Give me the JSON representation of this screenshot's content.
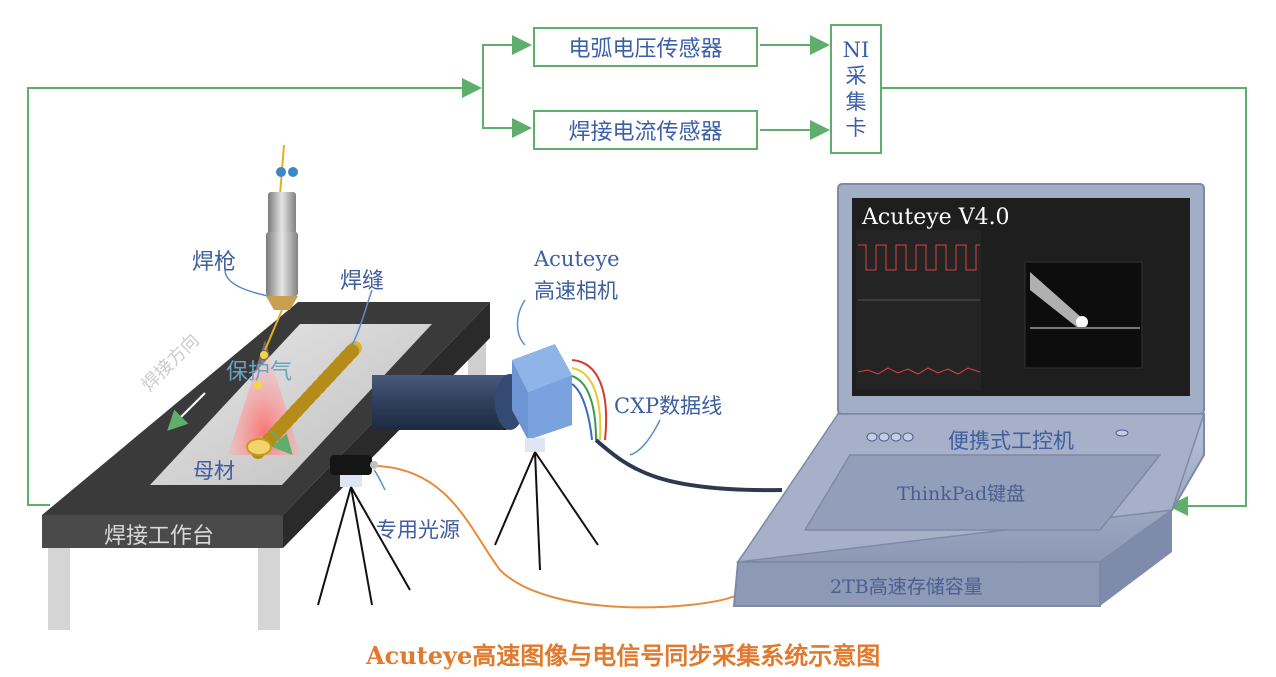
{
  "sensors": {
    "voltage": "电弧电压传感器",
    "current": "焊接电流传感器",
    "daq": [
      "NI",
      "采",
      "集",
      "卡"
    ]
  },
  "labels": {
    "torch": "焊枪",
    "seam": "焊缝",
    "shield_gas": "保护气",
    "weld_direction": "焊接方向",
    "base_metal": "母材",
    "workbench": "焊接工作台",
    "camera_line1": "Acuteye",
    "camera_line2": "高速相机",
    "cxp": "CXP数据线",
    "light": "专用光源",
    "ipc": "便携式工控机",
    "keyboard": "ThinkPad键盘",
    "storage": "2TB高速存储容量",
    "software": "Acuteye V4.0"
  },
  "caption": "Acuteye高速图像与电信号同步采集系统示意图",
  "colors": {
    "arrow": "#5fae6b",
    "label": "#3e5e9e",
    "caption": "#e07a2e",
    "table_top": "#3a3a3a",
    "laptop": "#9ba8c4",
    "cable_orange": "#e88b3a",
    "cable_dark": "#2d3a4e"
  }
}
